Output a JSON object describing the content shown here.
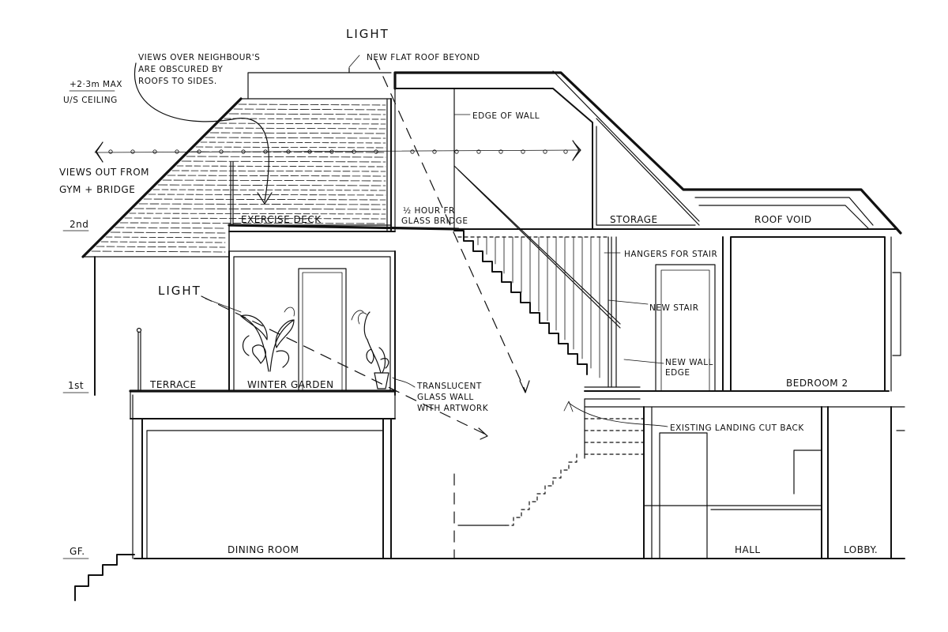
{
  "labels": {
    "light_top": "LIGHT",
    "flat_roof": "NEW FLAT ROOF BEYOND",
    "views_neighbours_1": "VIEWS OVER NEIGHBOUR'S",
    "views_neighbours_2": "ARE OBSCURED BY",
    "views_neighbours_3": "ROOFS TO SIDES.",
    "max_height_1": "+2·3m MAX",
    "max_height_2": "U/S CEILING",
    "edge_of_wall": "EDGE OF WALL",
    "views_out_1": "VIEWS OUT FROM",
    "views_out_2": "GYM + BRIDGE",
    "level_2nd": "2nd",
    "exercise_deck": "EXERCISE DECK",
    "glass_bridge_1": "½ HOUR FR",
    "glass_bridge_2": "GLASS BRIDGE",
    "storage": "STORAGE",
    "roof_void": "ROOF VOID",
    "hangers": "HANGERS FOR STAIR",
    "light_mid": "LIGHT",
    "new_stair": "NEW STAIR",
    "new_wall_edge_1": "NEW WALL",
    "new_wall_edge_2": "EDGE",
    "level_1st": "1st",
    "terrace": "TERRACE",
    "winter_garden": "WINTER GARDEN",
    "translucent_1": "TRANSLUCENT",
    "translucent_2": "GLASS WALL",
    "translucent_3": "WITH ARTWORK",
    "bedroom_2": "BEDROOM 2",
    "existing_landing": "EXISTING LANDING CUT BACK",
    "level_gf": "GF.",
    "dining_room": "DINING ROOM",
    "hall": "HALL",
    "lobby": "LOBBY."
  },
  "colors": {
    "ink": "#111111",
    "paper": "#ffffff"
  }
}
